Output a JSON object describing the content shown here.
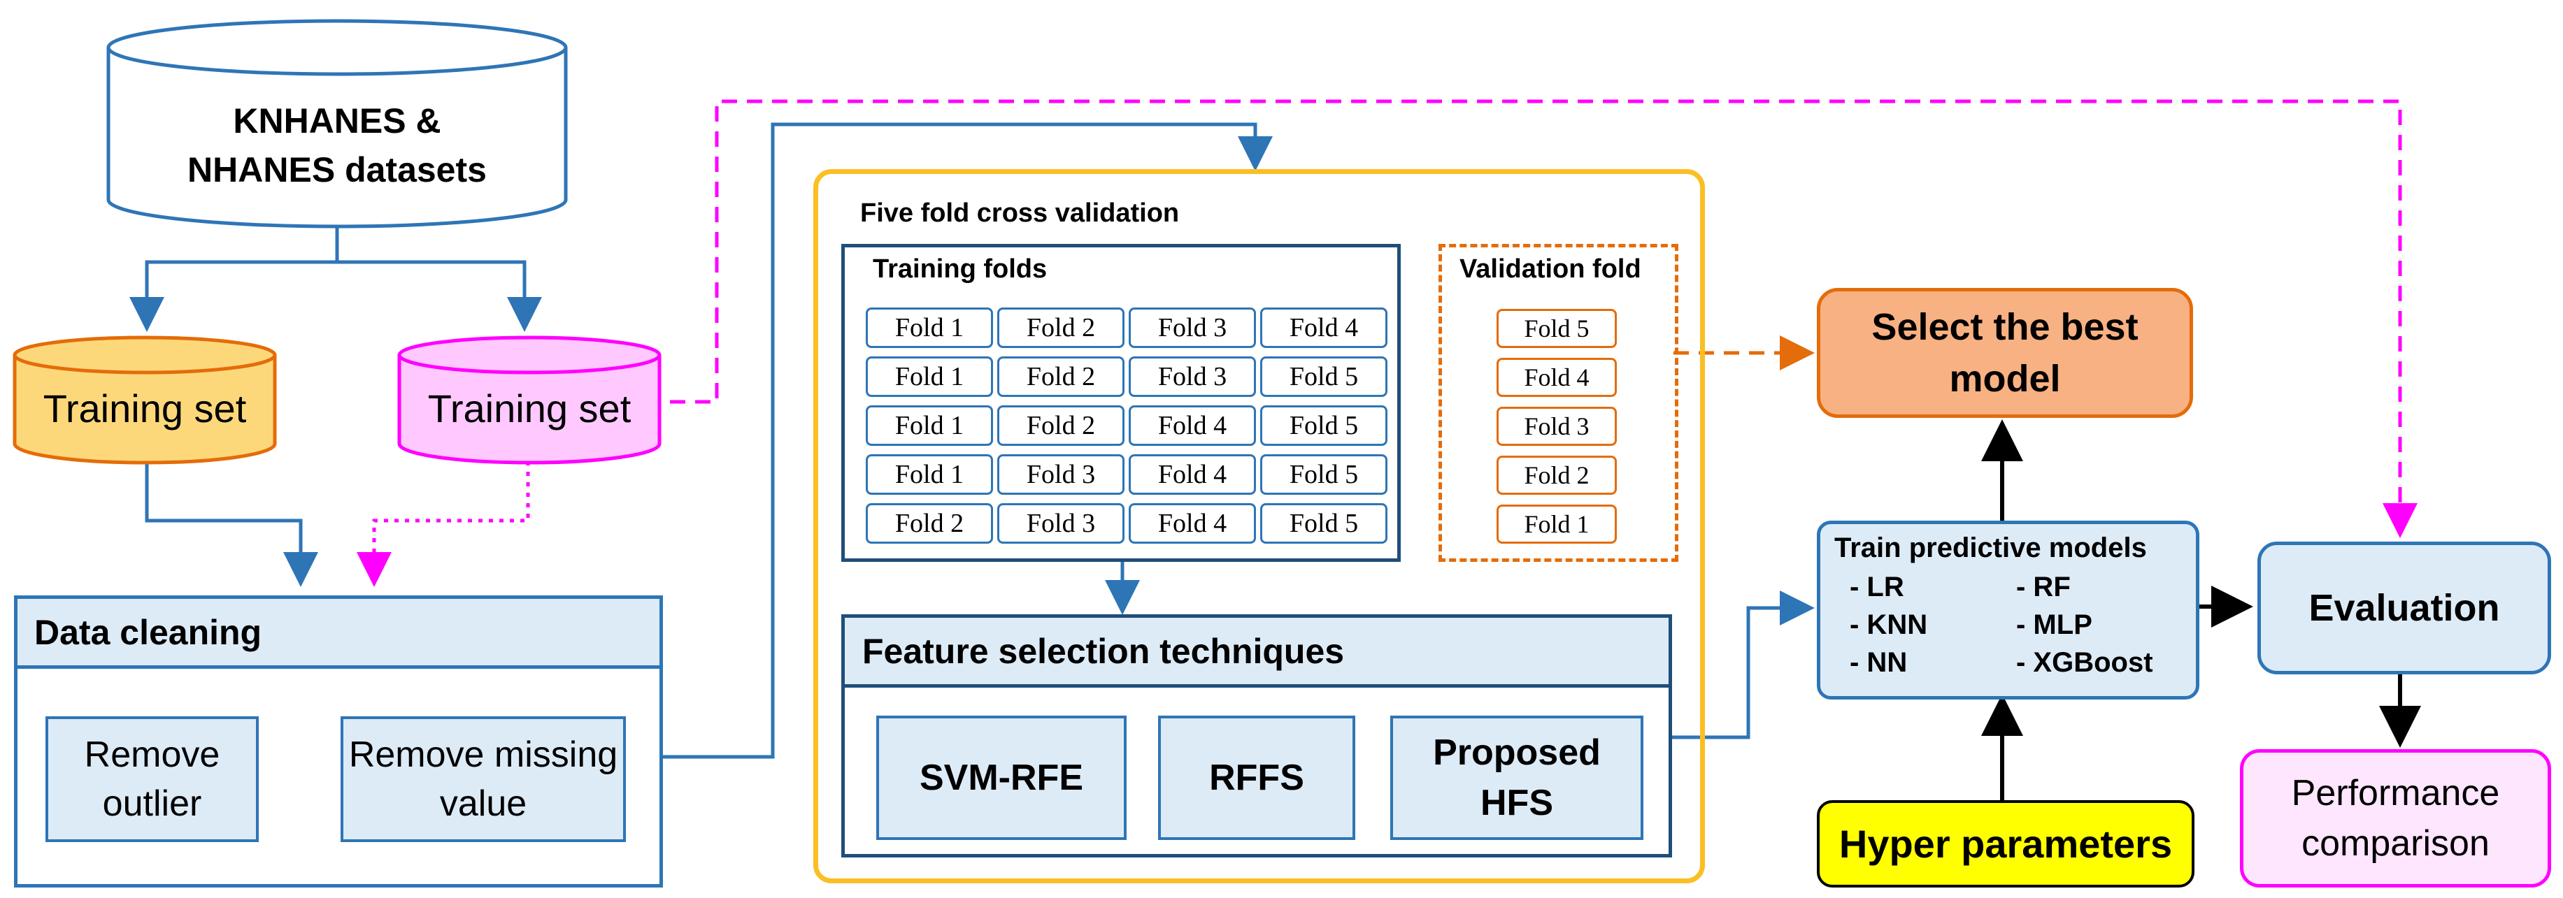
{
  "source": {
    "label": "KNHANES & NHANES datasets"
  },
  "training_set_a": {
    "label": "Training set"
  },
  "training_set_b": {
    "label": "Training set"
  },
  "data_cleaning": {
    "title": "Data cleaning",
    "step1": "Remove outlier",
    "step2": "Remove missing value"
  },
  "cross_validation": {
    "title": "Five fold cross validation",
    "training_title": "Training folds",
    "validation_title": "Validation fold",
    "training_rows": [
      [
        "Fold 1",
        "Fold 2",
        "Fold 3",
        "Fold 4"
      ],
      [
        "Fold 1",
        "Fold 2",
        "Fold 3",
        "Fold 5"
      ],
      [
        "Fold 1",
        "Fold 2",
        "Fold 4",
        "Fold 5"
      ],
      [
        "Fold 1",
        "Fold 3",
        "Fold 4",
        "Fold 5"
      ],
      [
        "Fold 2",
        "Fold 3",
        "Fold 4",
        "Fold 5"
      ]
    ],
    "validation_folds": [
      "Fold 5",
      "Fold 4",
      "Fold 3",
      "Fold 2",
      "Fold 1"
    ]
  },
  "feature_selection": {
    "title": "Feature selection techniques",
    "methods": [
      "SVM-RFE",
      "RFFS",
      "Proposed HFS"
    ]
  },
  "select_best": {
    "label": "Select the best model"
  },
  "train_models": {
    "title": "Train predictive models",
    "models": [
      "- LR",
      "- RF",
      "- KNN",
      "- MLP",
      "- NN",
      "- XGBoost"
    ]
  },
  "hyper_parameters": {
    "label": "Hyper parameters"
  },
  "evaluation": {
    "label": "Evaluation"
  },
  "performance": {
    "label": "Performance comparison"
  },
  "colors": {
    "blue": "#2e75b6",
    "light_blue": "#ddebf7",
    "orange": "#e46c0a",
    "salmon": "#f8b183",
    "gold": "#fbbf24",
    "magenta": "#ff00ff",
    "yellow": "#ffff00"
  }
}
